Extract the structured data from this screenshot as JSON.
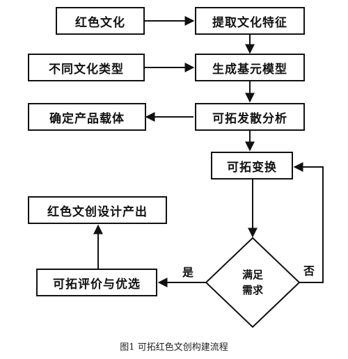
{
  "nodes": {
    "red_culture": "红色文化",
    "extract_features": "提取文化特征",
    "culture_types": "不同文化类型",
    "generate_model": "生成基元模型",
    "product_carrier": "确定产品载体",
    "divergent_analysis": "可拓发散分析",
    "transform": "可拓变换",
    "satisfy_line1": "满足",
    "satisfy_line2": "需求",
    "evaluate_select": "可拓评价与优选",
    "design_product": "红色文创设计产出"
  },
  "edges": {
    "yes_label": "是",
    "no_label": "否"
  },
  "caption": "图1 可拓红色文创构建流程",
  "colors": {
    "line": "#111111",
    "background": "#ffffff"
  }
}
